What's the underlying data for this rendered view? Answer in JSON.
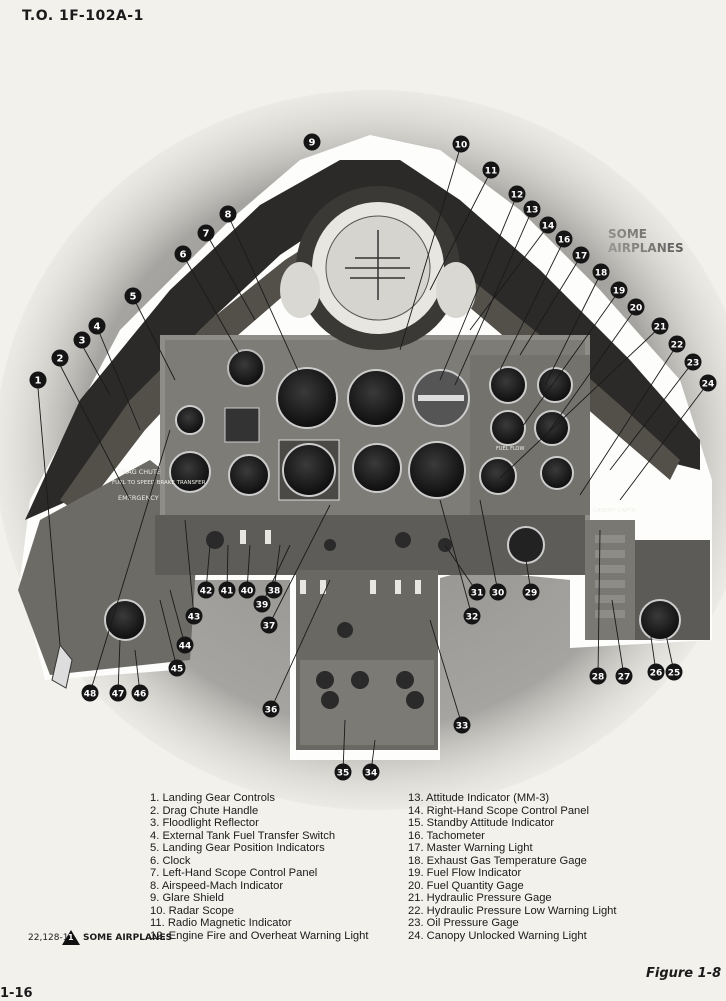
{
  "header": "T.O. 1F-102A-1",
  "some_airplanes_tag": "SOME AIRPLANES",
  "page_number": "1-16",
  "figure_label": "Figure 1-8",
  "image_code": "22,128-1",
  "legend_note": {
    "marker": "1",
    "text": "SOME AIRPLANES"
  },
  "legend": [
    "1. Landing Gear Controls",
    "2. Drag Chute Handle",
    "3. Floodlight Reflector",
    "4. External Tank Fuel Transfer Switch",
    "5. Landing Gear Position Indicators",
    "6. Clock",
    "7. Left-Hand Scope Control Panel",
    "8. Airspeed-Mach Indicator",
    "9. Glare Shield",
    "10. Radar Scope",
    "11. Radio Magnetic Indicator",
    "12. Engine Fire and Overheat Warning Light",
    "13. Attitude Indicator (MM-3)",
    "14. Right-Hand Scope Control Panel",
    "15. Standby Attitude Indicator",
    "16. Tachometer",
    "17. Master Warning Light",
    "18. Exhaust Gas Temperature Gage",
    "19. Fuel Flow Indicator",
    "20. Fuel Quantity Gage",
    "21. Hydraulic Pressure Gage",
    "22. Hydraulic Pressure Low Warning Light",
    "23. Oil Pressure Gage",
    "24. Canopy Unlocked Warning Light"
  ],
  "panel_labels": {
    "drag_chute": "DRAG CHUTE",
    "fuel_transfer": "FUEL TO SPEED BRAKE TRANSFER",
    "emergency": "EMERGENCY",
    "canopy": "CANOPY CAPTN",
    "fuel_flow": "FUEL FLOW"
  },
  "callouts": [
    "1",
    "2",
    "3",
    "4",
    "5",
    "6",
    "7",
    "8",
    "9",
    "10",
    "11",
    "12",
    "13",
    "14",
    "16",
    "17",
    "18",
    "19",
    "20",
    "21",
    "22",
    "23",
    "24",
    "25",
    "26",
    "27",
    "28",
    "29",
    "30",
    "31",
    "32",
    "33",
    "34",
    "35",
    "36",
    "37",
    "38",
    "39",
    "40",
    "41",
    "42",
    "43",
    "44",
    "45",
    "46",
    "47",
    "48"
  ]
}
